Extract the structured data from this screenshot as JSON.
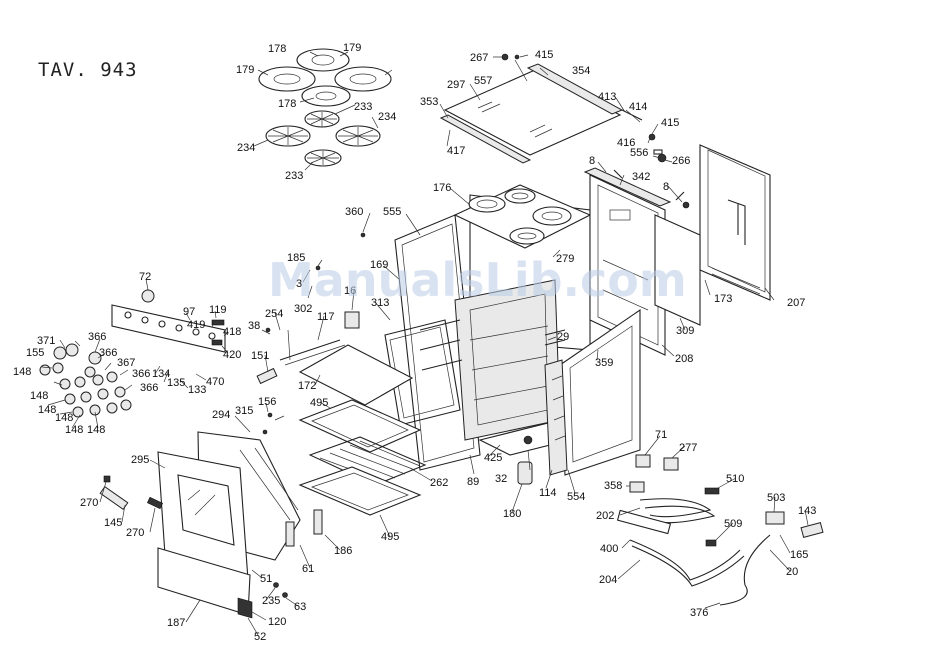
{
  "sheet": {
    "title": "TAV. 943",
    "watermark": "ManualsLib.com"
  },
  "labels": {
    "p178a": "178",
    "p179a": "179",
    "p179b": "179",
    "p178b": "178",
    "p233a": "233",
    "p234a": "234",
    "p234b": "234",
    "p233b": "233",
    "p267": "267",
    "p415a": "415",
    "p354": "354",
    "p297": "297",
    "p557": "557",
    "p353": "353",
    "p417": "417",
    "p413": "413",
    "p414": "414",
    "p415b": "415",
    "p416": "416",
    "p556": "556",
    "p266": "266",
    "p8a": "8",
    "p342": "342",
    "p8b": "8",
    "p176": "176",
    "p555": "555",
    "p360": "360",
    "p279": "279",
    "p169": "169",
    "p185": "185",
    "p3": "3",
    "p302": "302",
    "p16": "16",
    "p313": "313",
    "p72": "72",
    "p97": "97",
    "p119": "119",
    "p419": "419",
    "p418": "418",
    "p420": "420",
    "p254": "254",
    "p38": "38",
    "p117": "117",
    "p151": "151",
    "p371": "371",
    "p155": "155",
    "p366a": "366",
    "p366b": "366",
    "p367": "367",
    "p366c": "366",
    "p366d": "366",
    "p148a": "148",
    "p148b": "148",
    "p148c": "148",
    "p148d": "148",
    "p148e": "148",
    "p148f": "148",
    "p134": "134",
    "p135": "135",
    "p133": "133",
    "p470": "470",
    "p173": "173",
    "p207": "207",
    "p309": "309",
    "p208": "208",
    "p29": "29",
    "p359": "359",
    "p172": "172",
    "p156": "156",
    "p315": "315",
    "p495a": "495",
    "p294": "294",
    "p295": "295",
    "p425": "425",
    "p262": "262",
    "p89": "89",
    "p32": "32",
    "p114": "114",
    "p554": "554",
    "p71": "71",
    "p277": "277",
    "p358": "358",
    "p510": "510",
    "p180": "180",
    "p270a": "270",
    "p145": "145",
    "p270b": "270",
    "p186": "186",
    "p495b": "495",
    "p202": "202",
    "p509": "509",
    "p503": "503",
    "p143": "143",
    "p400": "400",
    "p165": "165",
    "p204": "204",
    "p20": "20",
    "p51": "51",
    "p61": "61",
    "p235": "235",
    "p63": "63",
    "p187": "187",
    "p120": "120",
    "p52": "52",
    "p376": "376"
  }
}
